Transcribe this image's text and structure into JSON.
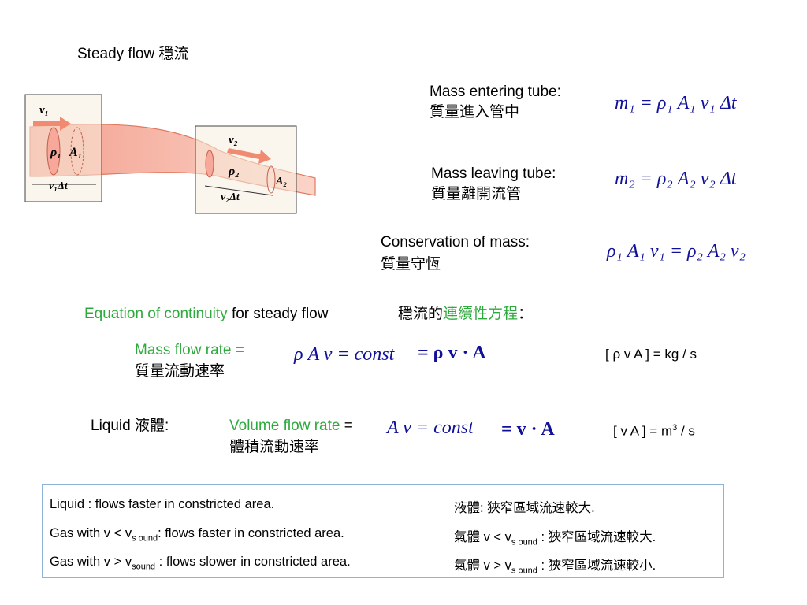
{
  "slide": {
    "title": "Steady flow  穩流",
    "mass_entering_label": "Mass entering tube:",
    "mass_entering_zh": "質量進入管中",
    "mass_leaving_label": "Mass leaving tube:",
    "mass_leaving_zh": "質量離開流管",
    "conservation_label": "Conservation of mass:",
    "conservation_zh": "質量守恆",
    "continuity_green": "Equation of continuity",
    "continuity_rest": " for steady flow",
    "continuity_zh_pre": "穩流的",
    "continuity_zh_green": "連續性方程",
    "continuity_zh_colon": "：",
    "mass_flow_rate": "Mass flow rate",
    "mass_flow_eq": " =",
    "mass_flow_zh": "質量流動速率",
    "mass_flow_unit": "[ ρ v A ] = kg / s",
    "liquid_label": "Liquid  液體:",
    "volume_flow_rate": "Volume flow rate",
    "volume_flow_eq": " =",
    "volume_flow_zh": "體積流動速率",
    "volume_unit_pre": "[ v A ] = m",
    "volume_unit_exp": "3",
    "volume_unit_post": " / s"
  },
  "equations": {
    "m1": "m₁ = ρ₁ A₁ v₁ Δt",
    "m2": "m₂ = ρ₂ A₂ v₂ Δt",
    "conservation": "ρ₁ A₁ v₁ = ρ₂ A₂ v₂",
    "mass_flow": "ρ A v = const",
    "mass_flow_vec": "= ρ v · A",
    "volume_flow": "A v = const",
    "volume_flow_vec": "= v · A"
  },
  "diagram": {
    "v1": "v₁",
    "rho1": "ρ₁",
    "A1": "A₁",
    "v1dt": "v₁Δt",
    "v2": "v₂",
    "rho2": "ρ₂",
    "A2": "A₂",
    "v2dt": "v₂Δt"
  },
  "summary": {
    "row1_en": "Liquid :   flows faster in constricted area.",
    "row1_zh": "液體:  狹窄區域流速較大.",
    "row2_en_pre": "Gas with v < v",
    "row2_en_sub": "s ound",
    "row2_en_post": ":   flows faster in constricted area.",
    "row2_zh_pre": "氣體 v < v",
    "row2_zh_sub": "s ound",
    "row2_zh_post": " :   狹窄區域流速較大.",
    "row3_en_pre": "Gas with v > v",
    "row3_en_sub": "sound",
    "row3_en_post": " :   flows slower in constricted area.",
    "row3_zh_pre": "氣體 v > v",
    "row3_zh_sub": "s ound",
    "row3_zh_post": " :   狹窄區域流速較小."
  },
  "colors": {
    "green": "#2eaa3c",
    "equation_blue": "#10109a",
    "box_border": "#8fb2d9",
    "tube_fill": "#f5b3a4",
    "inset_bg": "#f7efdf"
  }
}
